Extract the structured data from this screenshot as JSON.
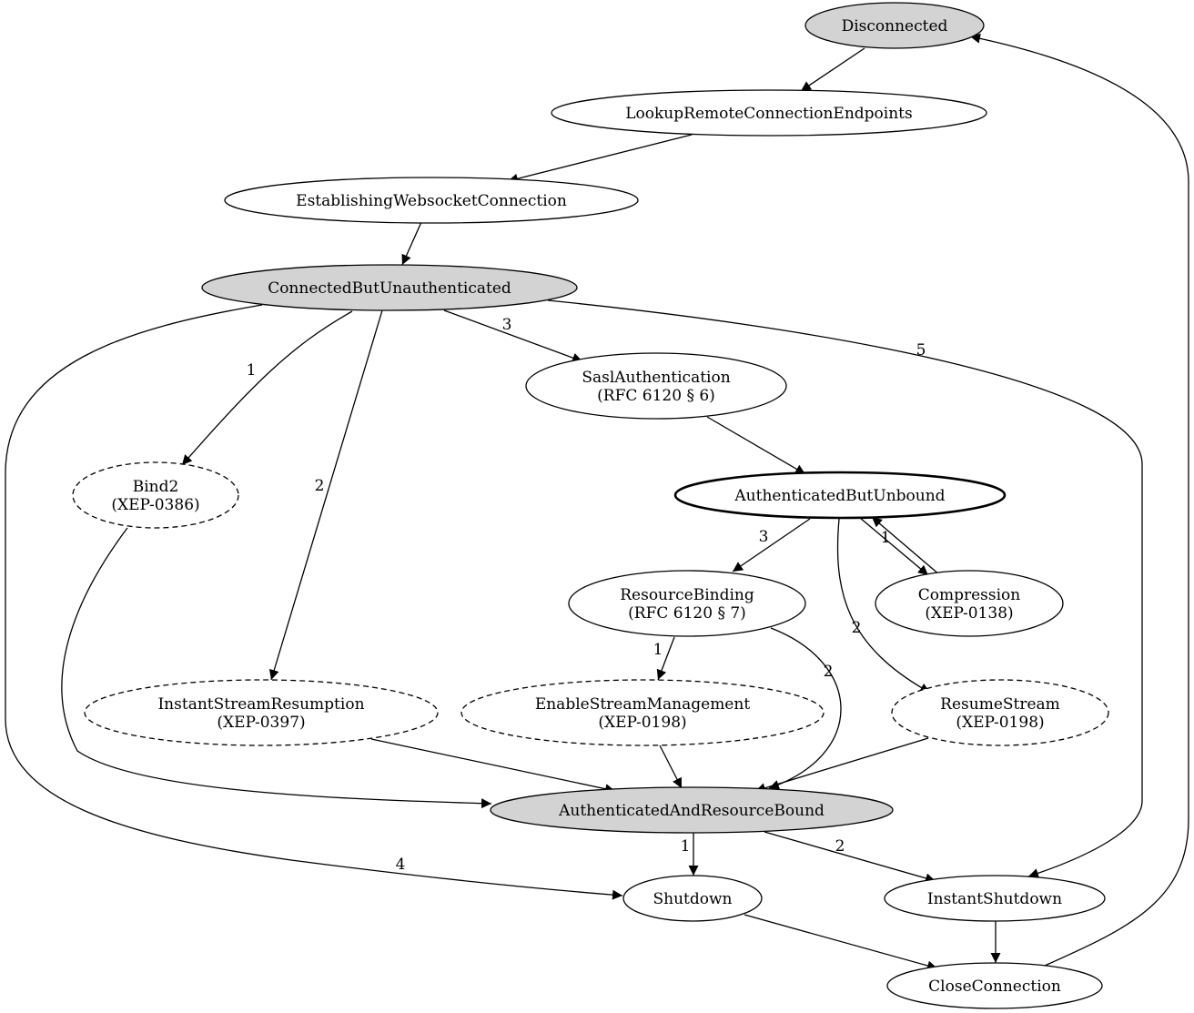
{
  "colors": {
    "filled": "#d3d3d3",
    "plain": "#ffffff",
    "stroke": "#000000"
  },
  "nodes": {
    "disconnected": {
      "label": "Disconnected"
    },
    "lookup": {
      "label": "LookupRemoteConnectionEndpoints"
    },
    "websocket": {
      "label": "EstablishingWebsocketConnection"
    },
    "connected": {
      "label": "ConnectedButUnauthenticated"
    },
    "sasl": {
      "line1": "SaslAuthentication",
      "line2": "(RFC 6120 § 6)"
    },
    "bind2": {
      "line1": "Bind2",
      "line2": "(XEP-0386)"
    },
    "authunbound": {
      "label": "AuthenticatedButUnbound"
    },
    "resourcebinding": {
      "line1": "ResourceBinding",
      "line2": "(RFC 6120 § 7)"
    },
    "compression": {
      "line1": "Compression",
      "line2": "(XEP-0138)"
    },
    "isr": {
      "line1": "InstantStreamResumption",
      "line2": "(XEP-0397)"
    },
    "esm": {
      "line1": "EnableStreamManagement",
      "line2": "(XEP-0198)"
    },
    "resume": {
      "line1": "ResumeStream",
      "line2": "(XEP-0198)"
    },
    "authbound": {
      "label": "AuthenticatedAndResourceBound"
    },
    "shutdown": {
      "label": "Shutdown"
    },
    "instantshutdown": {
      "label": "InstantShutdown"
    },
    "closeconnection": {
      "label": "CloseConnection"
    }
  },
  "edge_labels": {
    "connected_bind2": "1",
    "connected_isr": "2",
    "connected_sasl": "3",
    "connected_shutdown": "4",
    "connected_instantshutdown": "5",
    "authunbound_compression": "1",
    "authunbound_resume": "2",
    "authunbound_resourcebinding": "3",
    "resourcebinding_esm": "1",
    "resourcebinding_authbound": "2",
    "authbound_shutdown": "1",
    "authbound_instantshutdown": "2"
  }
}
